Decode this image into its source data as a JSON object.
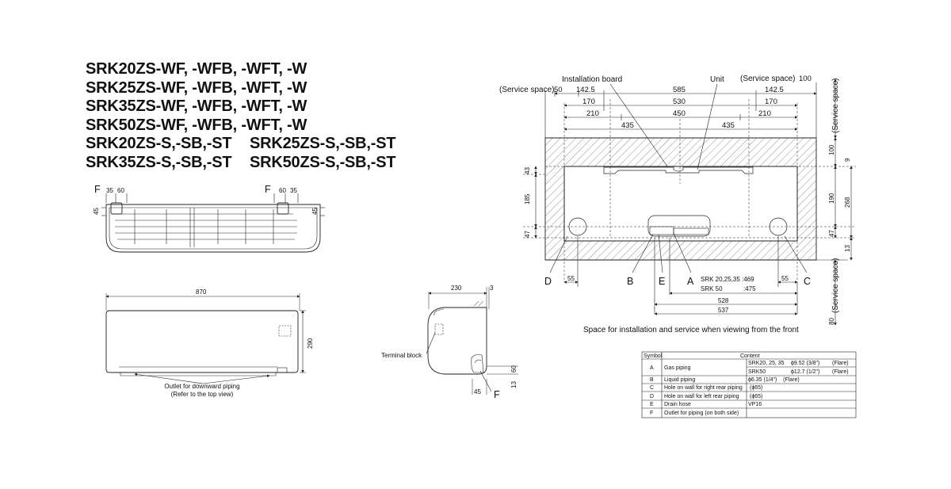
{
  "models": {
    "rows": [
      "SRK20ZS-WF, -WFB, -WFT, -W",
      "SRK25ZS-WF, -WFB, -WFT, -W",
      "SRK35ZS-WF, -WFB, -WFT, -W",
      "SRK50ZS-WF, -WFB, -WFT, -W"
    ],
    "pairs": [
      [
        "SRK20ZS-S,-SB,-ST",
        "SRK25ZS-S,-SB,-ST"
      ],
      [
        "SRK35ZS-S,-SB,-ST",
        "SRK50ZS-S,-SB,-ST"
      ]
    ]
  },
  "top_view": {
    "f_left": "F",
    "f_right": "F",
    "d35": "35",
    "d60": "60",
    "d45": "45"
  },
  "front_view": {
    "width": "870",
    "height": "290",
    "outlet_line1": "Outlet for downward piping",
    "outlet_line2": "(Refer to the top view)"
  },
  "side_view": {
    "depth": "230",
    "gap": "3",
    "terminal": "Terminal block",
    "d60": "60",
    "d13": "13",
    "d45": "45",
    "f": "F"
  },
  "install": {
    "installation_board": "Installation board",
    "unit": "Unit",
    "service_left": "(Service space)",
    "service_right": "(Service space)",
    "service_vertical": "(Service space)",
    "d50": "50",
    "d100": "100",
    "d142_left": "142.5",
    "d585": "585",
    "d142_right": "142.5",
    "d170_left": "170",
    "d530": "530",
    "d170_right": "170",
    "d210_left": "210",
    "d450": "450",
    "d210_right": "210",
    "d435_left": "435",
    "d435_right": "435",
    "v43": "43",
    "v185": "185",
    "v47": "47",
    "r100": "100",
    "r9": "9",
    "r190": "190",
    "r268": "268",
    "r47": "47",
    "r13": "13",
    "r80": "80",
    "labels": {
      "D": "D",
      "B": "B",
      "E": "E",
      "A": "A",
      "C": "C"
    },
    "d55_left": "55",
    "d55_right": "55",
    "srk1": "SRK 20,25,35 :469",
    "srk2_a": "SRK 50",
    "srk2_b": ":475",
    "d528": "528",
    "d537": "537",
    "caption": "Space for installation and service when viewing from the front"
  },
  "table": {
    "headers": {
      "symbol": "Symbol",
      "content": "Content"
    },
    "rows": [
      {
        "sym": "A",
        "name": "Gas piping",
        "v1a": "SRK20, 25, 35",
        "v1b": "ϕ9.52 (3/8\")",
        "v1c": "(Flare)",
        "v2a": "SRK50",
        "v2b": "ϕ12.7 (1/2\")",
        "v2c": "(Flare)"
      },
      {
        "sym": "B",
        "name": "Liquid piping",
        "val": "ϕ6.35 (1/4\")    (Flare)"
      },
      {
        "sym": "C",
        "name": "Hole on wall for right rear piping",
        "val": "(ϕ65)"
      },
      {
        "sym": "D",
        "name": "Hole on wall for left rear piping",
        "val": "(ϕ65)"
      },
      {
        "sym": "E",
        "name": "Drain hose",
        "val": "VP16"
      },
      {
        "sym": "F",
        "name": "Outlet for piping  (on both side)",
        "val": ""
      }
    ]
  }
}
